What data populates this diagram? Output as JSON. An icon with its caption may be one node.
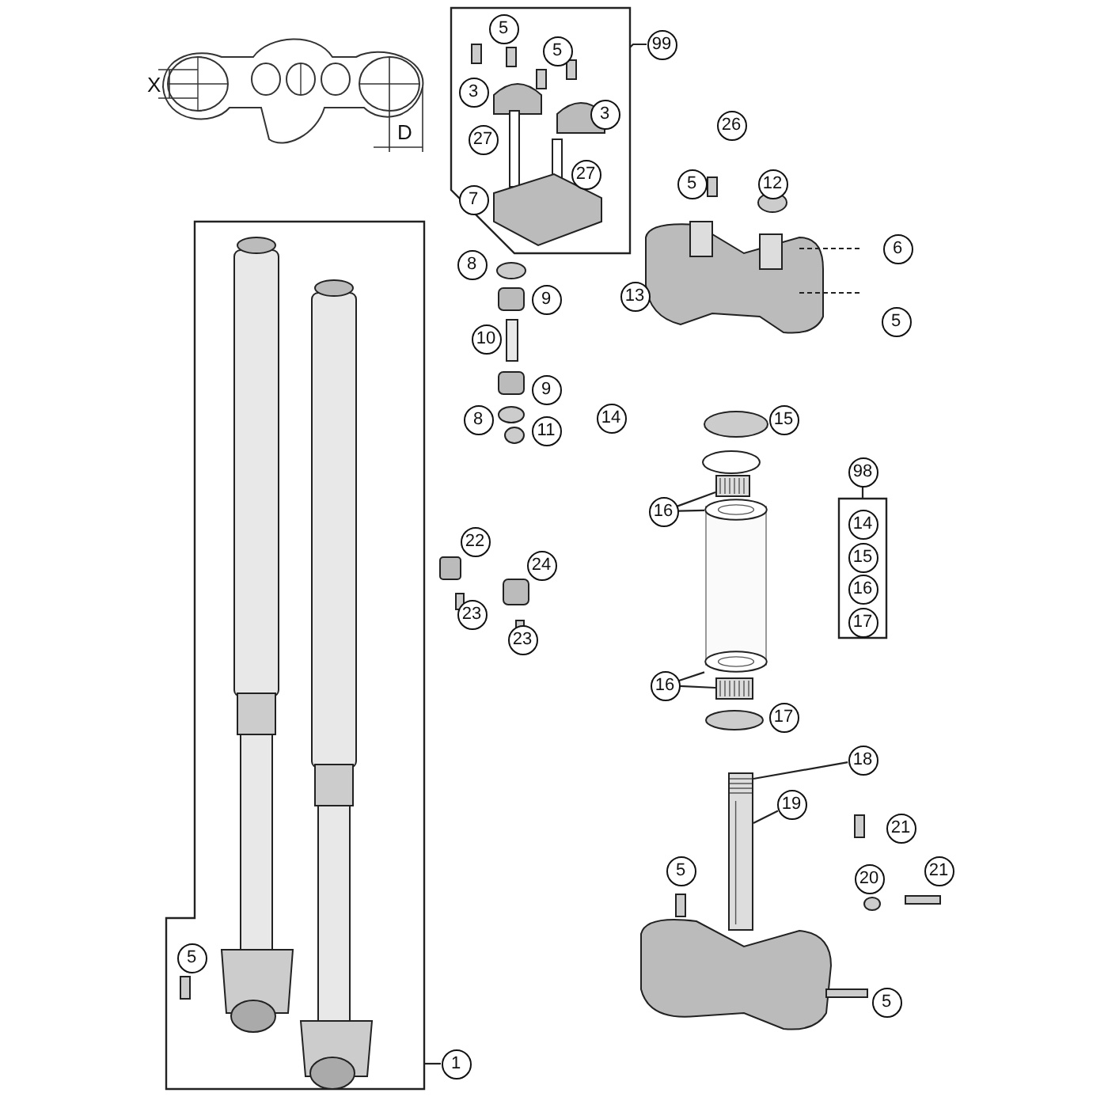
{
  "diagram": {
    "nodes": [
      {
        "text": [],
        "shape": "box"
      },
      {
        "text": [
          "5"
        ],
        "in": 0
      },
      {
        "text": [
          "99"
        ]
      },
      {
        "text": [
          "5"
        ],
        "in": 0
      },
      {
        "text": [
          "3"
        ],
        "in": 0
      },
      {
        "text": [
          "3"
        ],
        "in": 0
      },
      {
        "text": [
          "26"
        ]
      },
      {
        "text": [
          "27"
        ],
        "in": 0
      },
      {
        "text": [
          "27"
        ],
        "in": 0
      },
      {
        "text": [
          "5"
        ]
      },
      {
        "text": [
          "12"
        ]
      },
      {
        "text": [
          "7"
        ],
        "in": 0
      },
      {
        "text": [],
        "shape": "box"
      },
      {
        "text": [
          "6"
        ]
      },
      {
        "text": [
          "8"
        ]
      },
      {
        "text": [
          "13"
        ]
      },
      {
        "text": [
          "9"
        ]
      },
      {
        "text": [
          "5"
        ]
      },
      {
        "text": [
          "10"
        ]
      },
      {
        "text": [
          "9"
        ]
      },
      {
        "text": [
          "14"
        ]
      },
      {
        "text": [
          "8"
        ]
      },
      {
        "text": [
          "15"
        ]
      },
      {
        "text": [
          "11"
        ]
      },
      {
        "text": [
          "98"
        ]
      },
      {
        "text": [],
        "shape": "box"
      },
      {
        "text": [
          "14"
        ],
        "in": 25
      },
      {
        "text": [
          "15"
        ],
        "in": 25
      },
      {
        "text": [
          "16"
        ],
        "in": 25
      },
      {
        "text": [
          "17"
        ],
        "in": 25
      },
      {
        "text": [
          "16"
        ]
      },
      {
        "text": [
          "22"
        ]
      },
      {
        "text": [
          "24"
        ]
      },
      {
        "text": [
          "23"
        ]
      },
      {
        "text": [
          "23"
        ]
      },
      {
        "text": [
          "16"
        ]
      },
      {
        "text": [
          "17"
        ]
      },
      {
        "text": [
          "18"
        ]
      },
      {
        "text": [
          "19"
        ]
      },
      {
        "text": [
          "21"
        ]
      },
      {
        "text": [
          "5"
        ]
      },
      {
        "text": [
          "20"
        ]
      },
      {
        "text": [
          "21"
        ]
      },
      {
        "text": [
          "5"
        ],
        "in": 12
      },
      {
        "text": [
          "5"
        ]
      },
      {
        "text": [
          "1"
        ]
      },
      {
        "text": [],
        "shape": "picture"
      },
      {
        "text": [],
        "shape": "picture"
      },
      {
        "text": [],
        "shape": "picture"
      },
      {
        "text": [],
        "shape": "picture"
      },
      {
        "text": [],
        "shape": "picture"
      }
    ],
    "edges": [
      {
        "from": 2,
        "to": 0,
        "arrow": "none"
      },
      {
        "from": 45,
        "to": 12,
        "arrow": "none"
      },
      {
        "from": 24,
        "to": 25,
        "arrow": "none"
      },
      {
        "from": 30,
        "to": 46,
        "arrow": "none"
      },
      {
        "from": 30,
        "to": 47,
        "arrow": "none"
      },
      {
        "from": 35,
        "to": 48,
        "arrow": "none"
      },
      {
        "from": 35,
        "to": 49,
        "arrow": "none"
      },
      {
        "from": 37,
        "to": 50,
        "arrow": "none"
      },
      {
        "from": 38,
        "to": 50,
        "arrow": "none"
      }
    ],
    "labels": [
      "X",
      "D"
    ]
  }
}
